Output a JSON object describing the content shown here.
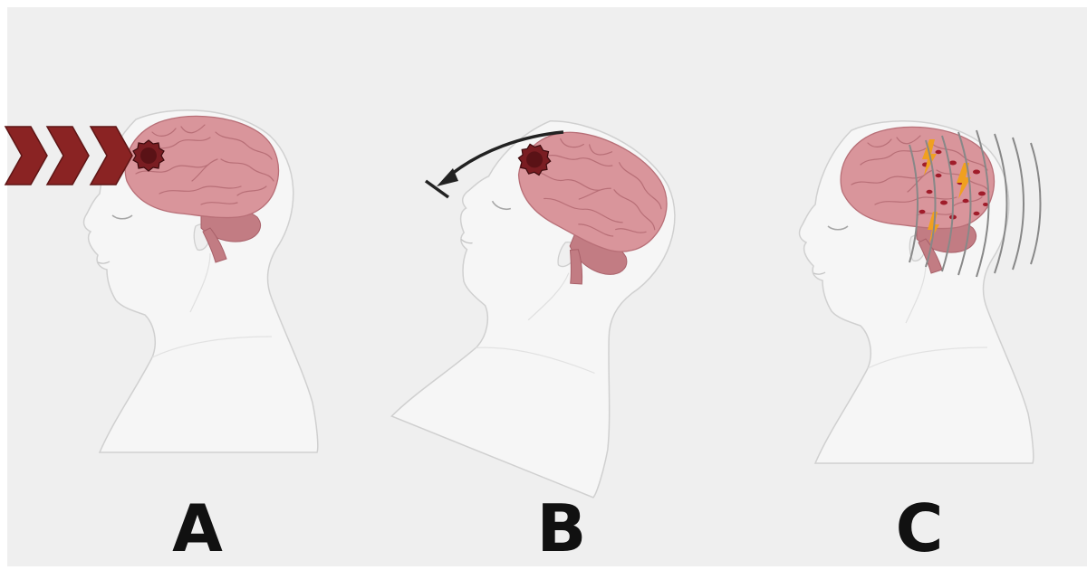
{
  "panels": [
    {
      "label": "A",
      "mechanism": "frontal-impact"
    },
    {
      "label": "B",
      "mechanism": "head-rotation"
    },
    {
      "label": "C",
      "mechanism": "blast-wave"
    }
  ],
  "colors": {
    "background": "#efefef",
    "skin": "#f6f6f6",
    "outline": "#cfcfcf",
    "brain": "#d9959b",
    "brain_dark": "#b86f77",
    "impact_arrow": "#8a2323",
    "lesion": "#7a1d22",
    "rotation_arrow": "#222222",
    "wave": "#888888",
    "spark": "#f0a020",
    "label": "#111111"
  }
}
